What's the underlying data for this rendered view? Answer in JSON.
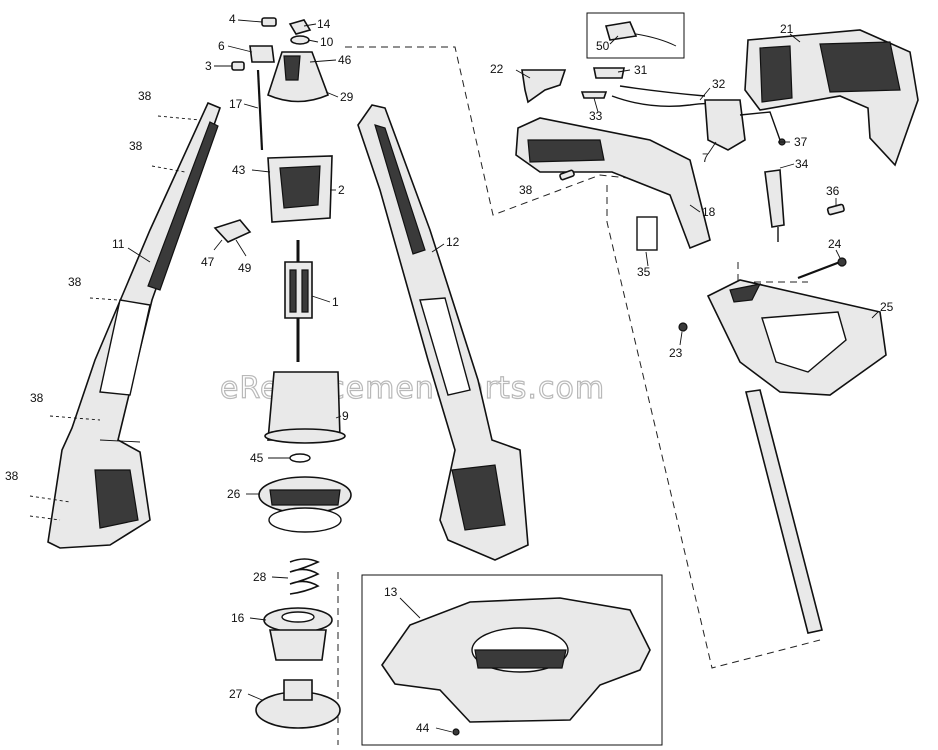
{
  "watermark": "eReplacementParts.com",
  "labels": {
    "p1": "1",
    "p2": "2",
    "p3": "3",
    "p4": "4",
    "p6": "6",
    "p7": "7",
    "p9": "9",
    "p10": "10",
    "p11": "11",
    "p12": "12",
    "p13": "13",
    "p14": "14",
    "p16": "16",
    "p17": "17",
    "p18": "18",
    "p21": "21",
    "p22": "22",
    "p23": "23",
    "p24": "24",
    "p25": "25",
    "p26": "26",
    "p27": "27",
    "p28": "28",
    "p29": "29",
    "p31": "31",
    "p32": "32",
    "p33": "33",
    "p34": "34",
    "p35": "35",
    "p36": "36",
    "p37": "37",
    "p43": "43",
    "p44": "44",
    "p45": "45",
    "p46": "46",
    "p47": "47",
    "p49": "49",
    "p50": "50",
    "p38a": "38",
    "p38b": "38",
    "p38c": "38",
    "p38d": "38",
    "p38e": "38",
    "p38f": "38"
  }
}
